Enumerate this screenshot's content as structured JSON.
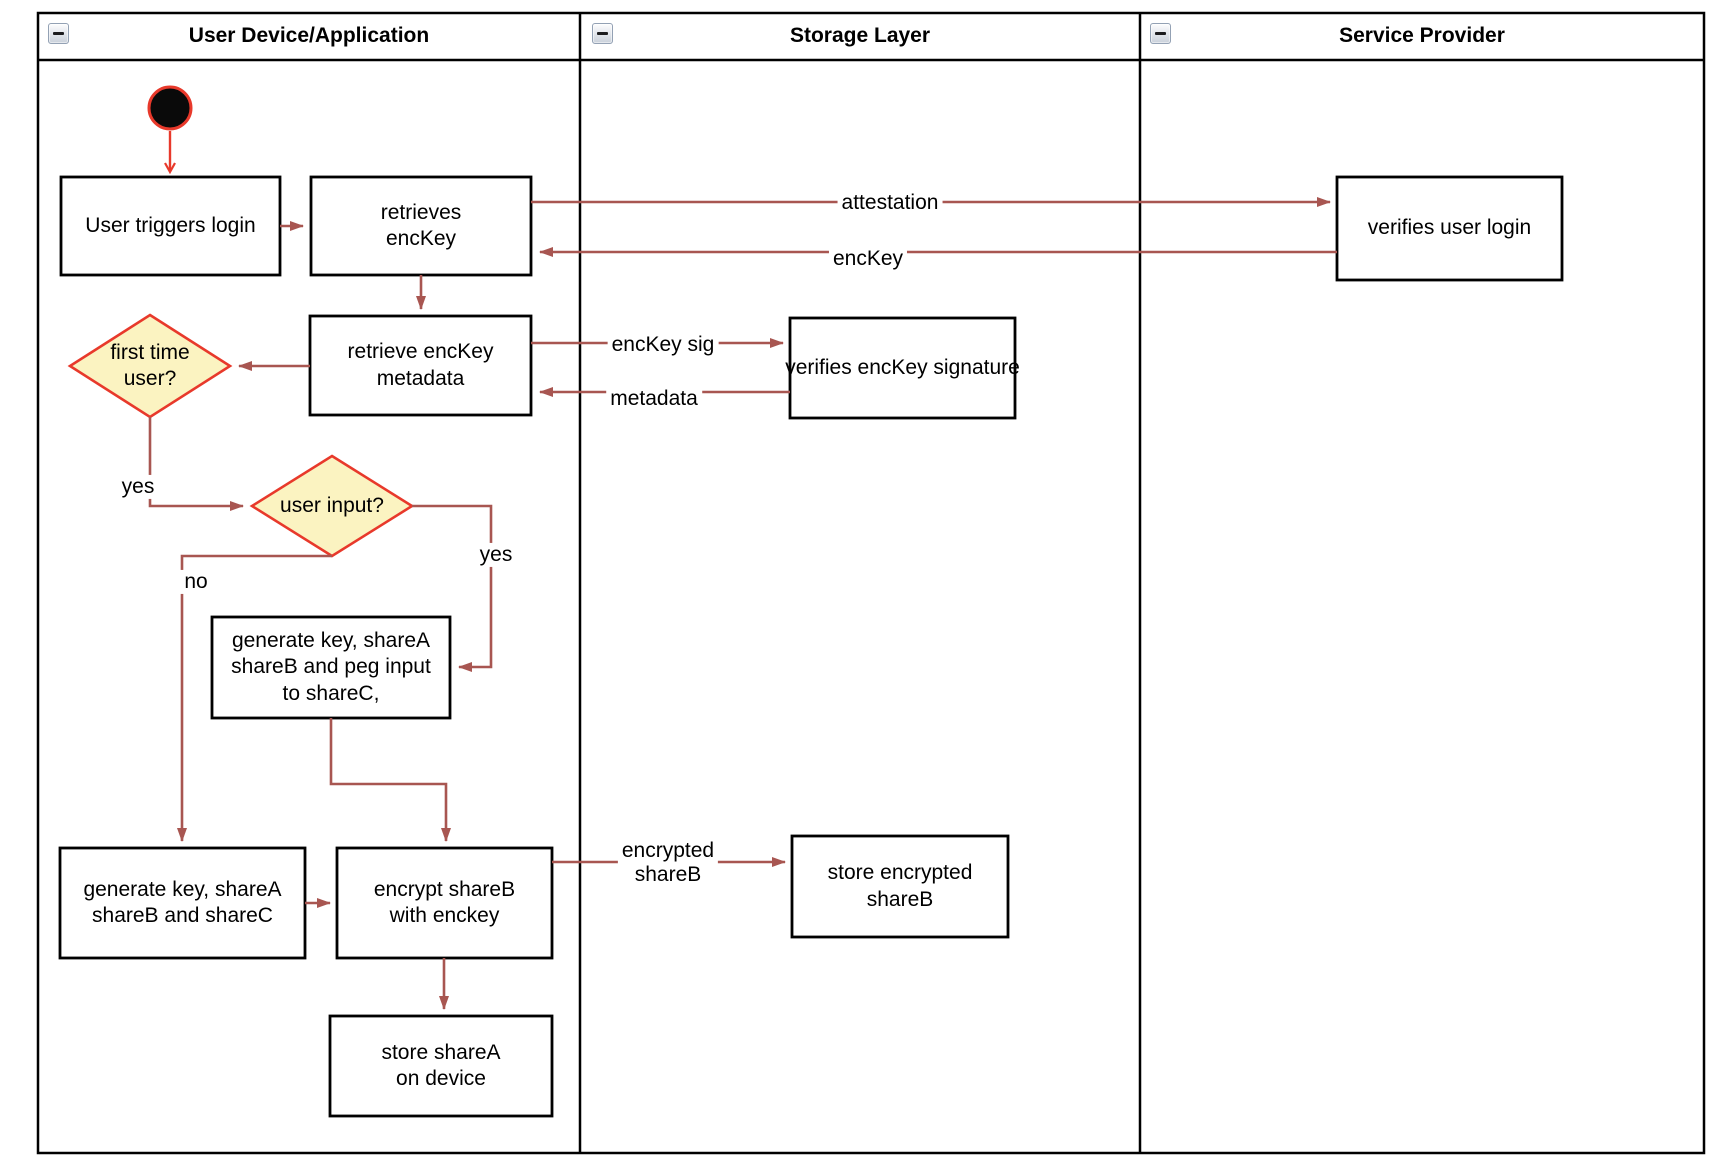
{
  "lanes": [
    {
      "title": "User Device/Application"
    },
    {
      "title": "Storage Layer"
    },
    {
      "title": "Service Provider"
    }
  ],
  "nodes": {
    "user_triggers_login": {
      "label": "User triggers login"
    },
    "retrieves_enckey": {
      "label": "retrieves\nencKey"
    },
    "verifies_user_login": {
      "label": "verifies user login"
    },
    "retrieve_enckey_metadata": {
      "label": "retrieve encKey\nmetadata"
    },
    "verifies_enckey_signature": {
      "label": "verifies encKey signature"
    },
    "first_time_user": {
      "label": "first time\nuser?"
    },
    "user_input": {
      "label": "user input?"
    },
    "generate_key_peg_input": {
      "label": "generate key, shareA\nshareB and peg input\nto shareC,"
    },
    "generate_key_sharec": {
      "label": "generate key, shareA\nshareB and shareC"
    },
    "encrypt_shareb": {
      "label": "encrypt shareB\nwith enckey"
    },
    "store_encrypted_shareb": {
      "label": "store encrypted\nshareB"
    },
    "store_sharea": {
      "label": "store shareA\non device"
    }
  },
  "edge_labels": {
    "attestation": "attestation",
    "enckey": "encKey",
    "enckey_sig": "encKey sig",
    "metadata": "metadata",
    "yes_first_time": "yes",
    "yes_user_input": "yes",
    "no_user_input": "no",
    "encrypted_shareb": "encrypted\nshareB"
  },
  "colors": {
    "edge": "#A85651",
    "accent_red": "#E8392B",
    "decision_fill": "#FBF3C1",
    "node_border": "#000000",
    "background": "#FFFFFF"
  }
}
